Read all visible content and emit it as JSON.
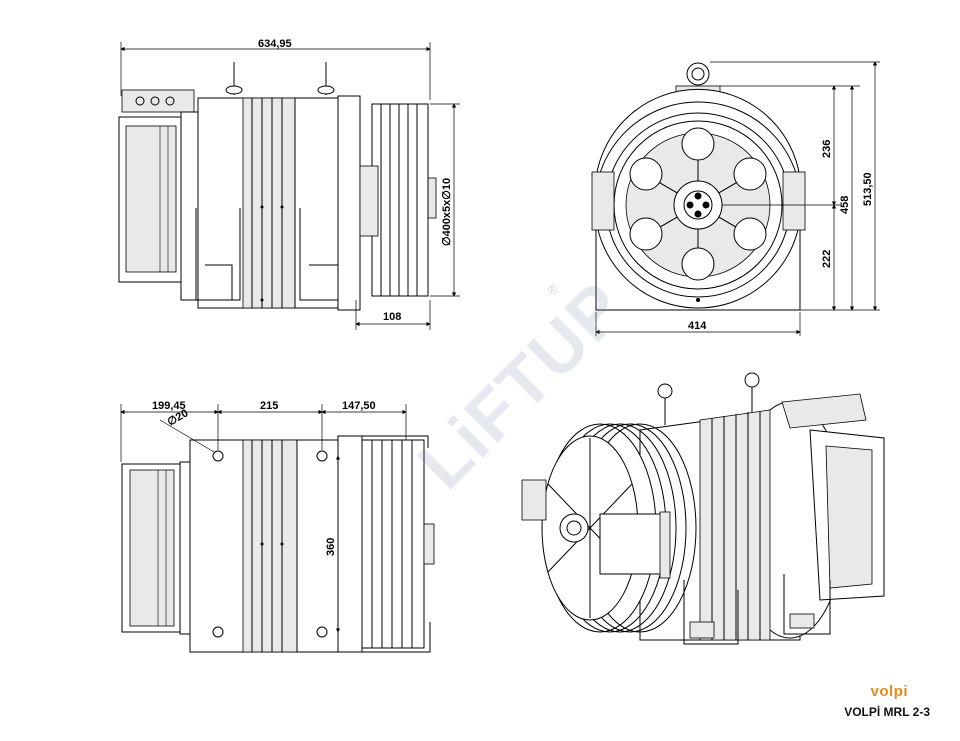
{
  "dimensions": {
    "overall_length": "634,95",
    "sheave": "∅400x5x∅10",
    "sheave_width": "108",
    "width": "414",
    "height_top": "236",
    "height_bottom": "222",
    "height_mid": "458",
    "height_total": "513,50",
    "mount_a": "199,45",
    "mount_b": "215",
    "mount_c": "147,50",
    "hole": "∅20",
    "mount_depth": "360"
  },
  "brand": {
    "logo": "volpi",
    "model": "VOLPİ MRL 2-3"
  },
  "watermark": {
    "text": "LiFTUP",
    "mark": "®"
  },
  "colors": {
    "line": "#000000",
    "brand_orange": "#e8891d",
    "watermark": "#8fa0b8"
  }
}
